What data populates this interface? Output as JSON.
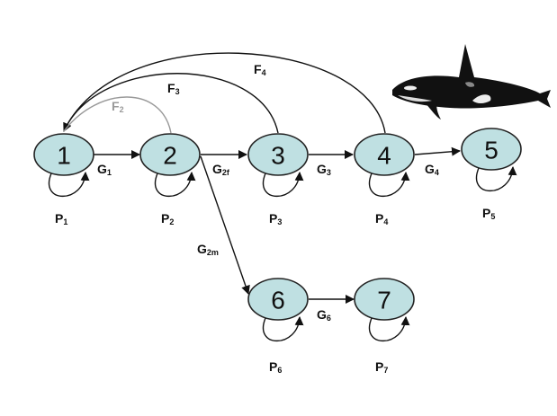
{
  "diagram": {
    "type": "life-cycle transition graph",
    "illustration": "orca-killer-whale",
    "colors": {
      "node_fill": "#bfe0e2",
      "edge": "#111111",
      "faded_edge": "#999999"
    },
    "nodes": [
      {
        "id": "1",
        "label": "1",
        "loop": {
          "main": "P",
          "sub": "1"
        }
      },
      {
        "id": "2",
        "label": "2",
        "loop": {
          "main": "P",
          "sub": "2"
        }
      },
      {
        "id": "3",
        "label": "3",
        "loop": {
          "main": "P",
          "sub": "3"
        }
      },
      {
        "id": "4",
        "label": "4",
        "loop": {
          "main": "P",
          "sub": "4"
        }
      },
      {
        "id": "5",
        "label": "5",
        "loop": {
          "main": "P",
          "sub": "5"
        }
      },
      {
        "id": "6",
        "label": "6",
        "loop": {
          "main": "P",
          "sub": "6"
        }
      },
      {
        "id": "7",
        "label": "7",
        "loop": {
          "main": "P",
          "sub": "7"
        }
      }
    ],
    "edges": [
      {
        "from": "1",
        "to": "2",
        "main": "G",
        "sub": "1"
      },
      {
        "from": "2",
        "to": "3",
        "main": "G",
        "sub": "2f"
      },
      {
        "from": "3",
        "to": "4",
        "main": "G",
        "sub": "3"
      },
      {
        "from": "4",
        "to": "5",
        "main": "G",
        "sub": "4"
      },
      {
        "from": "2",
        "to": "6",
        "main": "G",
        "sub": "2m"
      },
      {
        "from": "6",
        "to": "7",
        "main": "G",
        "sub": "6"
      },
      {
        "from": "2",
        "to": "1",
        "main": "F",
        "sub": "2",
        "style": "faded"
      },
      {
        "from": "3",
        "to": "1",
        "main": "F",
        "sub": "3"
      },
      {
        "from": "4",
        "to": "1",
        "main": "F",
        "sub": "4"
      }
    ]
  }
}
